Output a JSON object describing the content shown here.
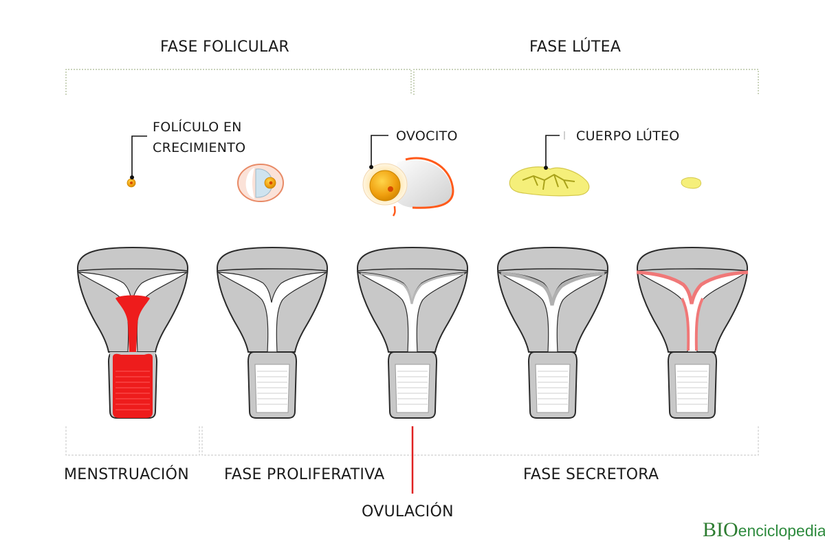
{
  "phases_top": {
    "follicular": "FASE FOLICULAR",
    "luteal": "FASE LÚTEA"
  },
  "ovary_labels": {
    "growing_follicle_line1": "FOLÍCULO EN",
    "growing_follicle_line2": "CRECIMIENTO",
    "oocyte": "OVOCITO",
    "corpus_luteum": "CUERPO LÚTEO"
  },
  "phases_bottom": {
    "menstruation": "MENSTRUACIÓN",
    "proliferative": "FASE PROLIFERATIVA",
    "secretory": "FASE SECRETORA"
  },
  "ovulation": "OVULACIÓN",
  "logo": {
    "b": "B",
    "io": "IO",
    "word": "enciclopedia"
  },
  "colors": {
    "menstrual_red": "#ee1c1c",
    "secretory_pink": "#f07878",
    "ovulation_line": "#e02020",
    "tissue_gray": "#c8c8c8",
    "bracket_green": "#a8b890",
    "follicle_orange": "#f5a31a",
    "corpus_yellow": "#f5ef7a",
    "logo_green": "#2e7d32"
  }
}
